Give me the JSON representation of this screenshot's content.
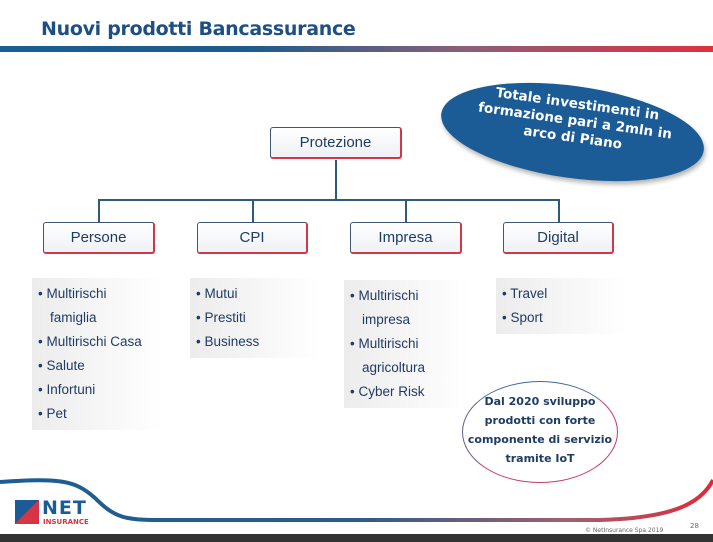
{
  "title": "Nuovi prodotti Bancassurance",
  "root": "Protezione",
  "categories": [
    {
      "label": "Persone",
      "items": [
        "Multirischi famiglia",
        "Multirischi Casa",
        "Salute",
        "Infortuni",
        "Pet"
      ]
    },
    {
      "label": "CPI",
      "items": [
        "Mutui",
        "Prestiti",
        "Business"
      ]
    },
    {
      "label": "Impresa",
      "items": [
        "Multirischi impresa",
        "Multirischi agricoltura",
        "Cyber Risk"
      ]
    },
    {
      "label": "Digital",
      "items": [
        "Travel",
        "Sport"
      ]
    }
  ],
  "callout_top": "Totale investimenti in formazione pari a 2mln in arco di Piano",
  "callout_bottom": "Dal 2020 sviluppo prodotti con forte componente di servizio tramite IoT",
  "footer": {
    "logo_main": "NET",
    "logo_sub": "INSURANCE",
    "copyright": "© NetInsurance Spa 2019",
    "page": "28"
  },
  "colors": {
    "blue": "#1b5b96",
    "red": "#d63447"
  }
}
